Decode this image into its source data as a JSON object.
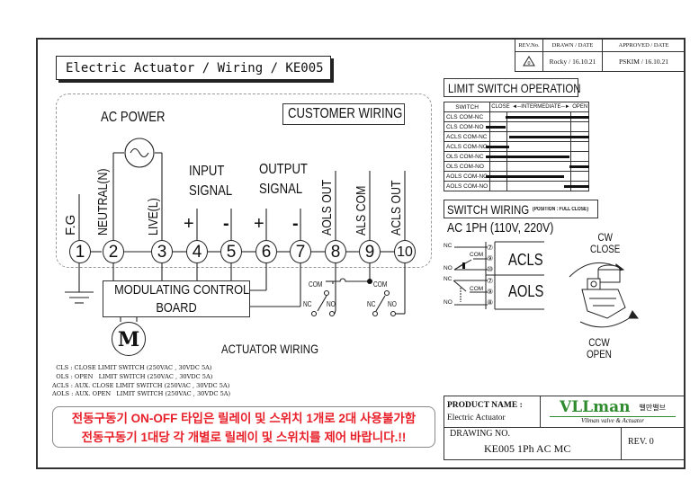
{
  "title": "Electric Actuator / Wiring / KE005",
  "revision_table": {
    "headers": [
      "REV.No.",
      "DRAWN / DATE",
      "APPROVED / DATE"
    ],
    "row": {
      "rev": "0",
      "drawn": "Rocky / 16.10.21",
      "approved": "PSKIM / 16.10.21"
    }
  },
  "customer_wiring": {
    "label": "CUSTOMER WIRING",
    "ac_power": "AC POWER",
    "input_signal": [
      "INPUT",
      "SIGNAL"
    ],
    "output_signal": [
      "OUTPUT",
      "SIGNAL"
    ],
    "terminal_labels": [
      "F.G",
      "NEUTRAL(N)",
      "LIVE(L)",
      "+",
      "-",
      "+",
      "-",
      "AOLS OUT",
      "ALS COM",
      "ACLS OUT"
    ],
    "terminals": [
      "1",
      "2",
      "3",
      "4",
      "5",
      "6",
      "7",
      "8",
      "9",
      "10"
    ]
  },
  "actuator_wiring": {
    "board": [
      "MODULATING CONTROL",
      "BOARD"
    ],
    "motor": "M",
    "label": "ACTUATOR WIRING",
    "com": "COM",
    "nc": "NC",
    "no": "NO"
  },
  "limit_switch": {
    "title": "LIMIT SWITCH OPERATION",
    "header": {
      "switch": "SWITCH",
      "close": "CLOSE",
      "intermediate": "INTERMEDIATE",
      "open": "OPEN"
    },
    "rows": [
      {
        "name": "CLS COM-NC",
        "on_from": 19,
        "on_to": 100
      },
      {
        "name": "CLS COM-NO",
        "on_from": 0,
        "on_to": 19
      },
      {
        "name": "ACLS COM-NC",
        "on_from": 23,
        "on_to": 100
      },
      {
        "name": "ACLS COM-NO",
        "on_from": 0,
        "on_to": 23
      },
      {
        "name": "OLS COM-NC",
        "on_from": 0,
        "on_to": 81
      },
      {
        "name": "OLS COM-NO",
        "on_from": 81,
        "on_to": 100
      },
      {
        "name": "AOLS COM-NC",
        "on_from": 0,
        "on_to": 76
      },
      {
        "name": "AOLS COM-NO",
        "on_from": 76,
        "on_to": 100
      }
    ]
  },
  "switch_wiring": {
    "title": "SWITCH WIRING",
    "subtitle": "(POSITION : FULL CLOSE)",
    "supply": "AC 1PH (110V, 220V)",
    "acls": {
      "label": "ACLS",
      "terms": [
        "⑦",
        "⑨",
        "⑩"
      ]
    },
    "aols": {
      "label": "AOLS",
      "terms": [
        "⑦",
        "⑨",
        "⑧"
      ]
    },
    "nc": "NC",
    "no": "NO",
    "com": "COM"
  },
  "rotation": {
    "cw": [
      "CW",
      "CLOSE"
    ],
    "ccw": [
      "CCW",
      "OPEN"
    ]
  },
  "notes": [
    "  CLS : CLOSE LIMIT SWITCH (250VAC , 30VDC 5A)",
    "  OLS : OPEN   LIMIT SWITCH (250VAC , 30VDC 5A)",
    "ACLS : AUX. CLOSE LIMIT SWITCH (250VAC , 30VDC 5A)",
    "AOLS : AUX. OPEN   LIMIT SWITCH (250VAC , 30VDC 5A)"
  ],
  "warning": [
    "전동구동기 ON-OFF 타입은  릴레이 및 스위치 1개로 2대 사용불가함",
    "전동구동기 1대당 각 개별로 릴레이 및 스위치를 제어 바랍니다.!!"
  ],
  "title_block": {
    "product_label": "PRODUCT NAME :",
    "product": "Electric Actuator",
    "logo": "VLLman",
    "logo_kr": "밸만밸브",
    "logo_sub": "Vllman valve & Actuator",
    "drawing_label": "DRAWING NO.",
    "drawing_no": "KE005 1Ph AC MC",
    "rev": "REV. 0"
  },
  "colors": {
    "warning": "#e8202a",
    "logo": "#2e8b2e",
    "bar": "#111111"
  }
}
